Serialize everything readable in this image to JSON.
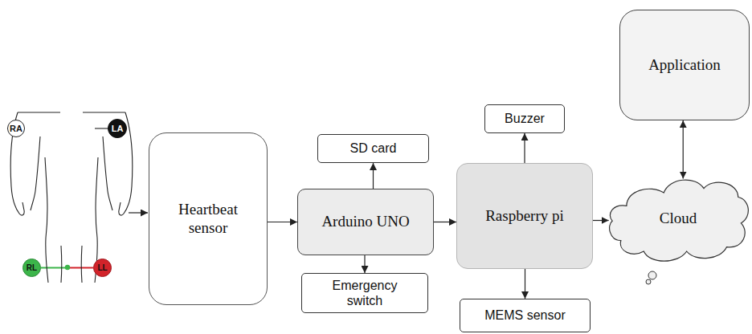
{
  "diagram": {
    "nodes": [
      {
        "text": [
          "RA"
        ]
      },
      {
        "text": [
          "LA"
        ]
      },
      {
        "text": [
          "RL"
        ]
      },
      {
        "text": [
          "LL"
        ]
      },
      {
        "text": [
          "Heartbeat sensor"
        ]
      },
      {
        "text": [
          "SD card"
        ]
      },
      {
        "text": [
          "Arduino UNO"
        ]
      },
      {
        "text": [
          "Emergency switch"
        ]
      },
      {
        "text": [
          "Buzzer"
        ]
      },
      {
        "text": [
          "Raspberry pi"
        ]
      },
      {
        "text": [
          "MEMS sensor"
        ]
      },
      {
        "text": [
          "Cloud"
        ]
      },
      {
        "text": [
          "Application"
        ]
      }
    ],
    "edges": [
      {
        "from": 2,
        "to": 3,
        "arrow": "none"
      },
      {
        "from": 4,
        "to": 6,
        "arrow": "to"
      },
      {
        "from": 6,
        "to": 5,
        "arrow": "to"
      },
      {
        "from": 6,
        "to": 7,
        "arrow": "to"
      },
      {
        "from": 6,
        "to": 9,
        "arrow": "to"
      },
      {
        "from": 9,
        "to": 8,
        "arrow": "to"
      },
      {
        "from": 9,
        "to": 10,
        "arrow": "to"
      },
      {
        "from": 9,
        "to": 11,
        "arrow": "to"
      },
      {
        "from": 11,
        "to": 12,
        "arrow": "both"
      }
    ]
  }
}
